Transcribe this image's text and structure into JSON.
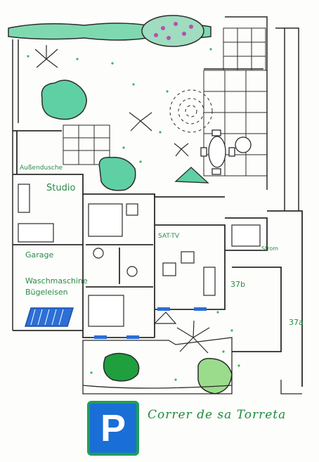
{
  "map": {
    "labels": {
      "aussendusche": "Außendusche",
      "studio": "Studio",
      "garage": "Garage",
      "waschmaschine": "Waschmaschine",
      "buegeleisen": "Bügeleisen",
      "sat_tv": "SAT-TV",
      "strom": "Strom",
      "unit_37b": "37b",
      "unit_37a": "37a"
    },
    "street_name": "Correr de sa Torreta",
    "parking_sign": "P",
    "colors": {
      "walls": "#2b2b2b",
      "labels": "#2a8a4a",
      "plants": "#2e9e6a",
      "pool_water": "#2c6fd6",
      "parking": "#1a6fd6"
    }
  }
}
